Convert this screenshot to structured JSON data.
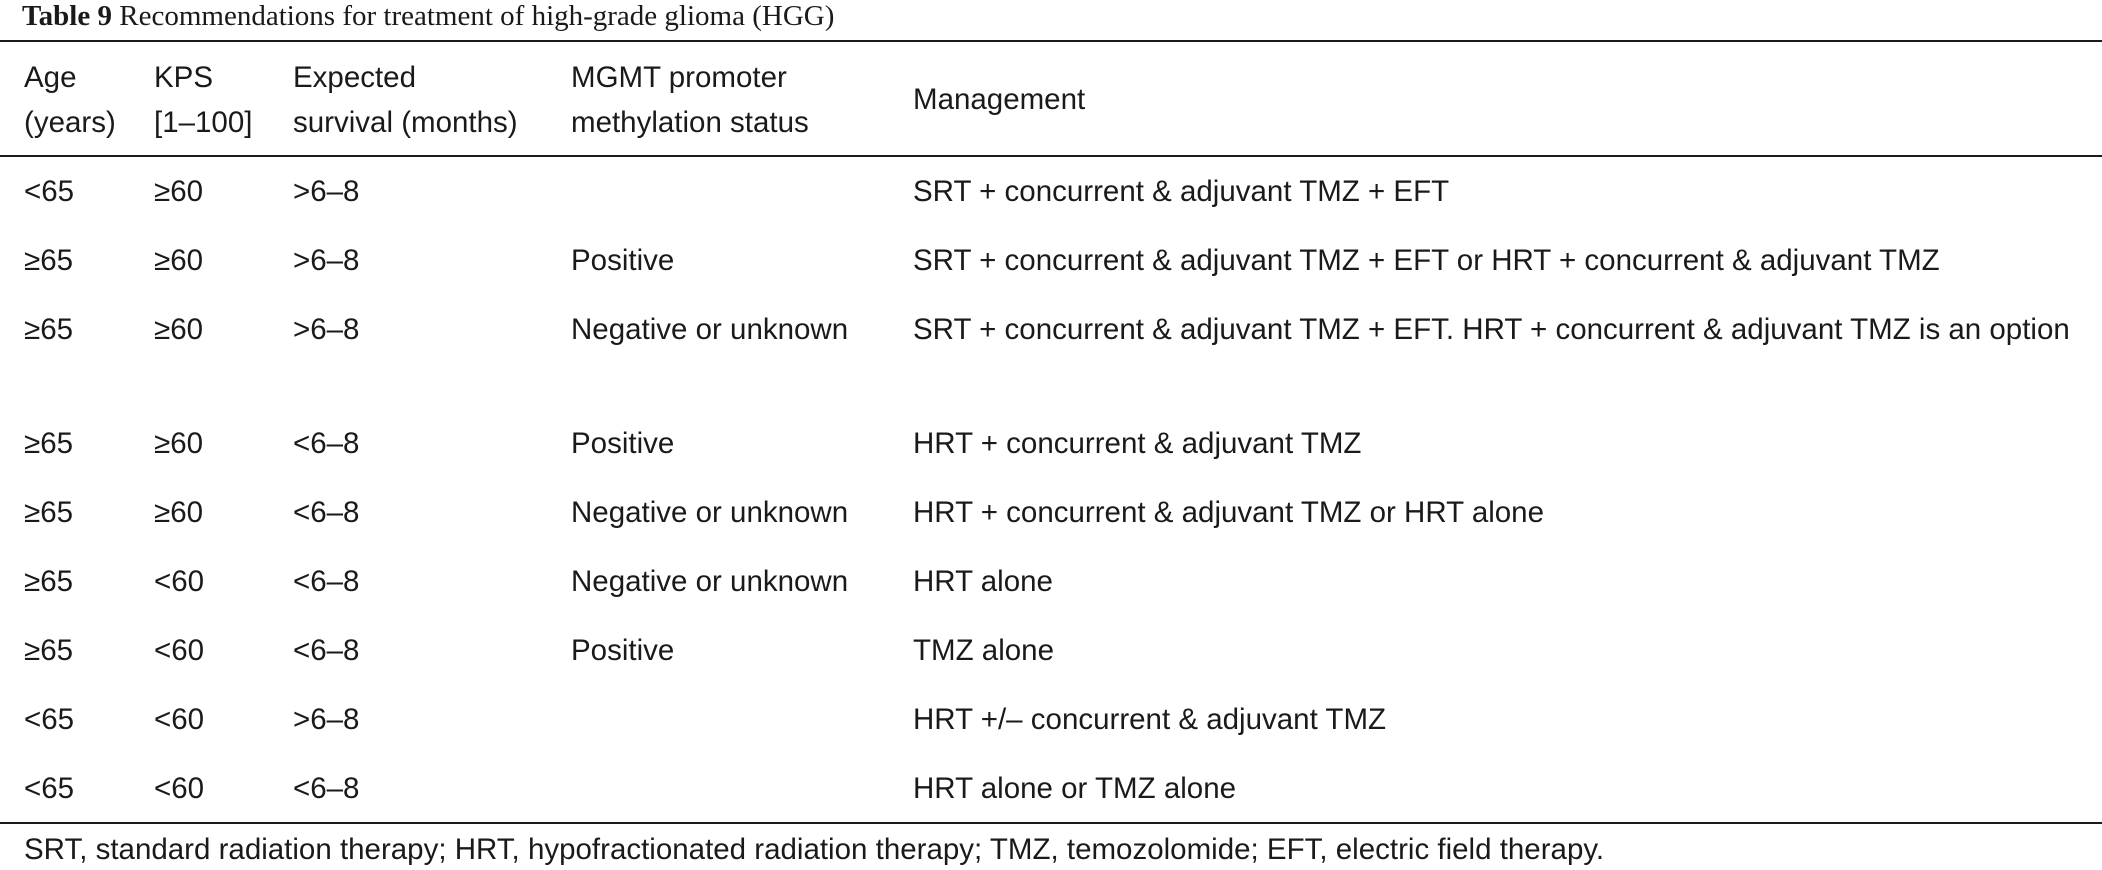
{
  "caption": {
    "label": "Table 9",
    "title": "Recommendations for treatment of high-grade glioma (HGG)"
  },
  "table": {
    "headers": [
      [
        "Age",
        "(years)"
      ],
      [
        "KPS",
        "[1–100]"
      ],
      [
        "Expected",
        "survival (months)"
      ],
      [
        "MGMT promoter",
        "methylation status"
      ],
      [
        "Management"
      ]
    ],
    "rows": [
      {
        "age": "<65",
        "kps": "≥60",
        "survival": ">6–8",
        "mgmt": "",
        "management": "SRT + concurrent & adjuvant TMZ + EFT"
      },
      {
        "age": "≥65",
        "kps": "≥60",
        "survival": ">6–8",
        "mgmt": "Positive",
        "management": "SRT + concurrent & adjuvant TMZ + EFT or HRT + concurrent & adjuvant TMZ"
      },
      {
        "age": "≥65",
        "kps": "≥60",
        "survival": ">6–8",
        "mgmt": "Negative or unknown",
        "management": "SRT + concurrent & adjuvant TMZ + EFT. HRT + concurrent & adjuvant TMZ is an option"
      },
      {
        "age": "≥65",
        "kps": "≥60",
        "survival": "<6–8",
        "mgmt": "Positive",
        "management": "HRT + concurrent & adjuvant TMZ"
      },
      {
        "age": "≥65",
        "kps": "≥60",
        "survival": "<6–8",
        "mgmt": "Negative or unknown",
        "management": "HRT + concurrent & adjuvant TMZ or HRT alone"
      },
      {
        "age": "≥65",
        "kps": "<60",
        "survival": "<6–8",
        "mgmt": "Negative or unknown",
        "management": "HRT alone"
      },
      {
        "age": "≥65",
        "kps": "<60",
        "survival": "<6–8",
        "mgmt": "Positive",
        "management": "TMZ alone"
      },
      {
        "age": "<65",
        "kps": "<60",
        "survival": ">6–8",
        "mgmt": "",
        "management": "HRT +/– concurrent & adjuvant TMZ"
      },
      {
        "age": "<65",
        "kps": "<60",
        "survival": "<6–8",
        "mgmt": "",
        "management": "HRT alone or TMZ alone"
      }
    ]
  },
  "footnote": "SRT, standard radiation therapy; HRT, hypofractionated radiation therapy; TMZ, temozolomide; EFT, electric field therapy."
}
